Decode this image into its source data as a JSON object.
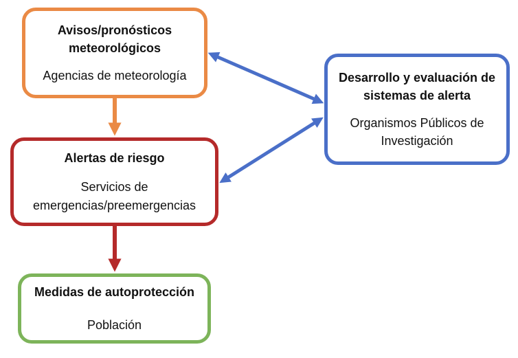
{
  "nodes": {
    "avisos": {
      "title": "Avisos/pronósticos meteorológicos",
      "subtitle": "Agencias de meteorología"
    },
    "alertas": {
      "title": "Alertas de riesgo",
      "subtitle": "Servicios de emergencias/preemergencias"
    },
    "medidas": {
      "title": "Medidas de autoprotección",
      "subtitle": "Población"
    },
    "desarrollo": {
      "title": "Desarrollo y evaluación de sistemas de alerta",
      "subtitle": "Organismos Públicos de Investigación"
    }
  },
  "colors": {
    "avisos": "#EA8A45",
    "alertas": "#B52A2A",
    "medidas": "#7DB45A",
    "desarrollo": "#4A6FC8"
  },
  "edges": [
    {
      "from": "avisos",
      "to": "alertas",
      "direction": "one-way"
    },
    {
      "from": "alertas",
      "to": "medidas",
      "direction": "one-way"
    },
    {
      "from": "avisos",
      "to": "desarrollo",
      "direction": "two-way"
    },
    {
      "from": "alertas",
      "to": "desarrollo",
      "direction": "two-way"
    }
  ]
}
